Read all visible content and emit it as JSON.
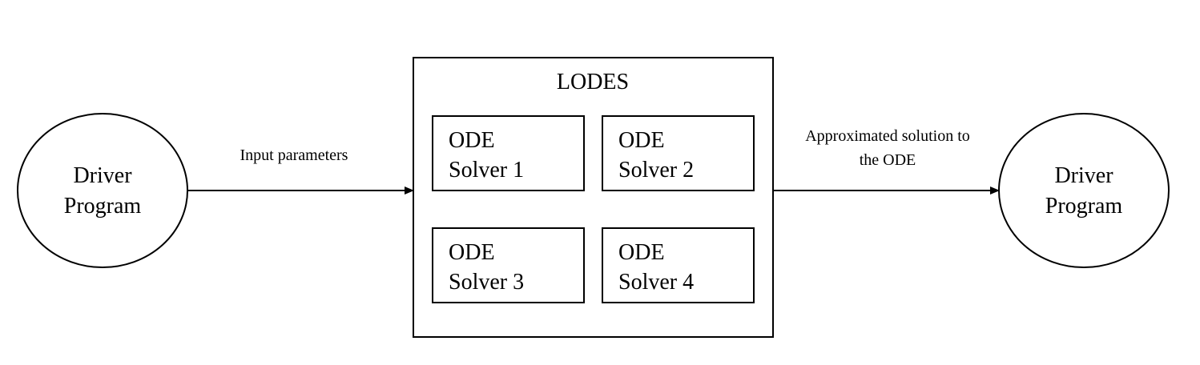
{
  "diagram": {
    "left_node": {
      "line1": "Driver",
      "line2": "Program"
    },
    "right_node": {
      "line1": "Driver",
      "line2": "Program"
    },
    "container": {
      "title": "LODES"
    },
    "solvers": [
      {
        "line1": "ODE",
        "line2": "Solver 1"
      },
      {
        "line1": "ODE",
        "line2": "Solver 2"
      },
      {
        "line1": "ODE",
        "line2": "Solver 3"
      },
      {
        "line1": "ODE",
        "line2": "Solver 4"
      }
    ],
    "input_edge": {
      "label": "Input parameters"
    },
    "output_edge": {
      "line1": "Approximated solution to",
      "line2": "the ODE"
    }
  },
  "colors": {
    "stroke": "#000000",
    "fill": "#ffffff",
    "text": "#000000"
  }
}
